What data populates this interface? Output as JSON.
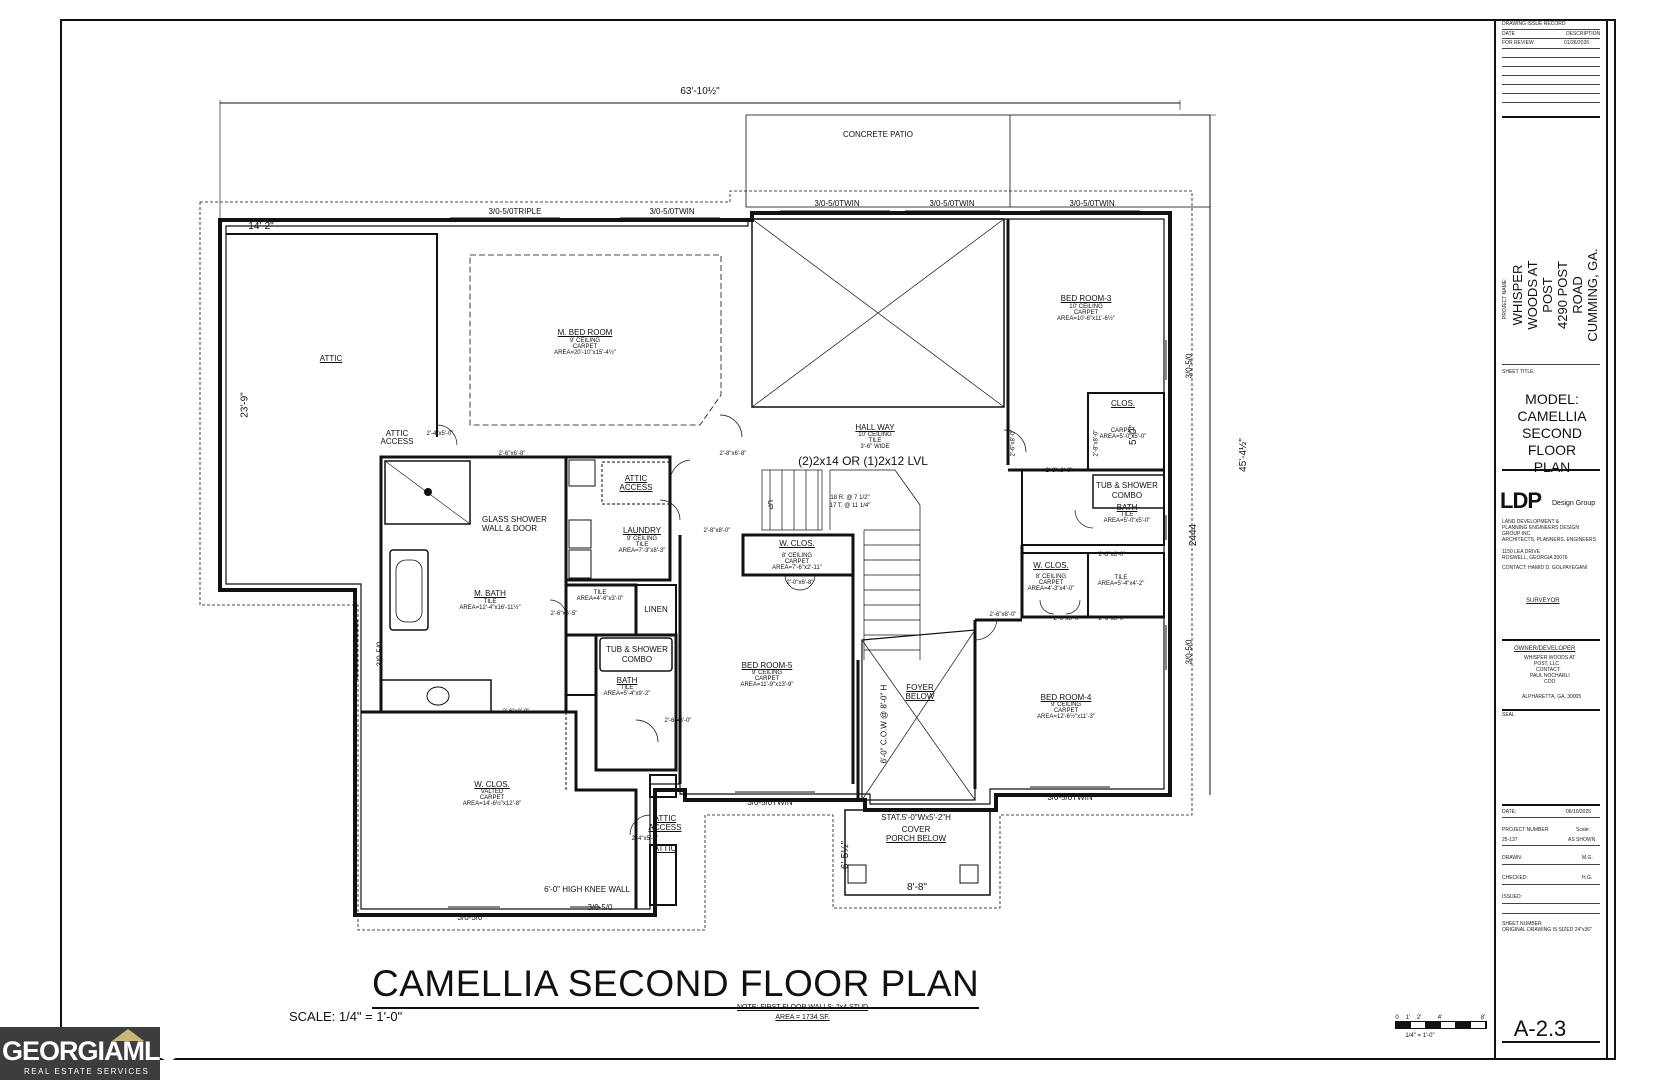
{
  "title": "CAMELLIA SECOND FLOOR PLAN",
  "scale": "SCALE: 1/4\" = 1'-0\"",
  "note": [
    "NOTE: FIRST FLOOR WALLS: 2x4 STUD",
    "AREA = 1734 SF."
  ],
  "dimensions": {
    "overall_width": "63'-10½\"",
    "overall_depth": "45'-4½\"",
    "attic_width": "14'-2\"",
    "attic_depth": "23'-9\"",
    "porch_width": "8'-8\"",
    "porch_depth": "6'-5½\"",
    "right_5_0": "5'-0\"",
    "right_2444": "2444"
  },
  "windows": [
    "3/0-5/0TRIPLE",
    "3/0-5/0TWIN",
    "3/0-5/0TWIN",
    "3/0-5/0TWIN",
    "3/0-5/0TWIN",
    "3/0-5/0",
    "3/0-5/0",
    "3/0-5/0",
    "3/0-5/0TWIN",
    "3/0-5/0TWIN",
    "3/0-5/0",
    "3/0-5/0",
    "3/0-5/0"
  ],
  "rooms": {
    "patio": "CONCRETE PATIO",
    "attic": "ATTIC",
    "attic_access_1": "ATTIC ACCESS",
    "master_bed": [
      "M. BED ROOM",
      "9' CEILING",
      "CARPET",
      "AREA=20'-10\"x15'-4½\""
    ],
    "bed3": [
      "BED ROOM-3",
      "10' CEILING",
      "CARPET",
      "AREA=10'-6\"x11'-6½\""
    ],
    "hall": [
      "HALL WAY",
      "10' CEILING",
      "TILE",
      "3'-6\" WIDE"
    ],
    "beam": "(2)2x14 OR (1)2x12 LVL",
    "clos1": [
      "CLOS.",
      "CARPET",
      "AREA=5'-0\"x5'-0\""
    ],
    "tub1": [
      "TUB & SHOWER",
      "COMBO"
    ],
    "bath1": [
      "BATH",
      "TILE",
      "AREA=5'-0\"x5'-0\""
    ],
    "glass_shower": [
      "GLASS SHOWER",
      "WALL & DOOR"
    ],
    "attic_access_2": [
      "ATTIC",
      "ACCESS"
    ],
    "laundry": [
      "LAUNDRY",
      "9' CEILING",
      "TILE",
      "AREA=7'-3\"x8'-3\""
    ],
    "wclos_mid": [
      "W. CLOS.",
      "8' CEILING",
      "CARPET",
      "AREA=7'-6\"x2'-11\""
    ],
    "mbath": [
      "M. BATH",
      "TILE",
      "AREA=12'-4\"x16'-11½\""
    ],
    "tile_small": [
      "TILE",
      "AREA=4'-6\"x3'-0\""
    ],
    "linen": "LINEN",
    "tub2": [
      "TUB & SHOWER",
      "COMBO"
    ],
    "bath2": [
      "BATH",
      "TILE",
      "AREA=5'-4\"x9'-2\""
    ],
    "bed5": [
      "BED ROOM-5",
      "9' CEILING",
      "CARPET",
      "AREA=11'-9\"x13'-9\""
    ],
    "cow": "6'-0\" C.O.W @ 8'-0\" H",
    "foyer": [
      "FOYER",
      "BELOW"
    ],
    "wclos_right": [
      "W. CLOS.",
      "8' CEILING",
      "CARPET",
      "AREA=4'-3\"x4'-0\""
    ],
    "tile_right": [
      "TILE",
      "AREA=5'-4\"x4'-2\""
    ],
    "bed4": [
      "BED ROOM-4",
      "9' CEILING",
      "CARPET",
      "AREA=12'-6½\"x11'-3\""
    ],
    "wclos_master": [
      "W. CLOS.",
      "VALTED",
      "CARPET",
      "AREA=14'-6½\"x12'-8\""
    ],
    "knee_wall": "6'-0\" HIGH KNEE WALL",
    "attic_access_3": [
      "ATTIC",
      "ACCESS"
    ],
    "attic_3": "ATTIC",
    "stat": "STAT.5'-0\"Wx5'-2\"H",
    "cover": [
      "COVER",
      "PORCH BELOW"
    ],
    "stair_notes": [
      "18 R. @ 7 1/2\"",
      "17 T. @ 11 1/4\""
    ],
    "stair_up": "UP"
  },
  "doors": [
    "2'-4\"x5'-0\"",
    "2'-6\"x6'-8\"",
    "2'-8\"x6'-8\"",
    "2'-6\"x8'-0\"",
    "2'-8\"x8'-0\"",
    "2'-0\"x6'-8\"",
    "2'-6\"x6'-5\"",
    "2'-8\"x8'-0\"",
    "2'-6\"x6'-0\"",
    "2'-6\"x8'-0\"",
    "2'-4\"x5'-0\"",
    "2'-8\"x8'-0\"",
    "2'-8\"x8'-0\"",
    "2'-6\"x8'-0\"",
    "2'-6\"x8'-0\"",
    "2'-6\"x8'-0\""
  ],
  "title_block": {
    "issue_record": "DRAWING ISSUE RECORD",
    "issue_cols": [
      "DATE",
      "DESCRIPTION"
    ],
    "issue_row": [
      "FOR REVIEW",
      "01/26/2026"
    ],
    "project_name_label": "PROJECT NAME:",
    "project_name": [
      "WHISPER WOODS AT POST",
      "4290 POST ROAD",
      "CUMMING, GA."
    ],
    "sheet_title_label": "SHEET TITLE:",
    "sheet_title": [
      "MODEL:",
      "CAMELLIA",
      "SECOND FLOOR",
      "PLAN"
    ],
    "logo": "LDP",
    "logo_sub": "Design Group",
    "firm": [
      "LAND DEVELOPMENT &",
      "PLANNING ENGINEERS DESIGN",
      "GROUP INC.",
      "ARCHITECTS, PLANNERS, ENGINEERS",
      "1150 LEA DRIVE",
      "ROSWELL, GEORGIA 30076",
      "CONTACT: HAMID D. GOLPAYEGANI"
    ],
    "surveyor_label": "SURVEYOR",
    "owner_label": "OWNER/DEVELOPER",
    "owner": [
      "WHISPER WOODS AT",
      "POST, LLC",
      "CONTACT:",
      "PAUL NOCHARLI",
      "COO",
      "ALPHARETTA, GA. 30005"
    ],
    "seal_label": "SEAL",
    "date_label": "DATE:",
    "date": "06/10/2025",
    "project_number_label": "PROJECT NUMBER:",
    "scale_label": "Scale:",
    "project_number": "25-137",
    "scale_value": "AS SHOWN",
    "drawn_label": "DRAWN:",
    "drawn": "M.G.",
    "checked_label": "CHECKED:",
    "checked": "H.G.",
    "issued_label": "ISSUED:",
    "sheet_number_label": "SHEET NUMBER",
    "sheet_number_note": "ORIGINAL DRAWING IS SIZED 24\"x36\"",
    "sheet_number": "A-2.3"
  },
  "graphic_scale": {
    "ticks": [
      "0",
      "1'",
      "2'",
      "4'",
      "8'"
    ],
    "label": "1/4\" = 1'-0\""
  },
  "watermark": {
    "brand": "GEORGIAMLS",
    "tagline": "REAL ESTATE SERVICES"
  }
}
